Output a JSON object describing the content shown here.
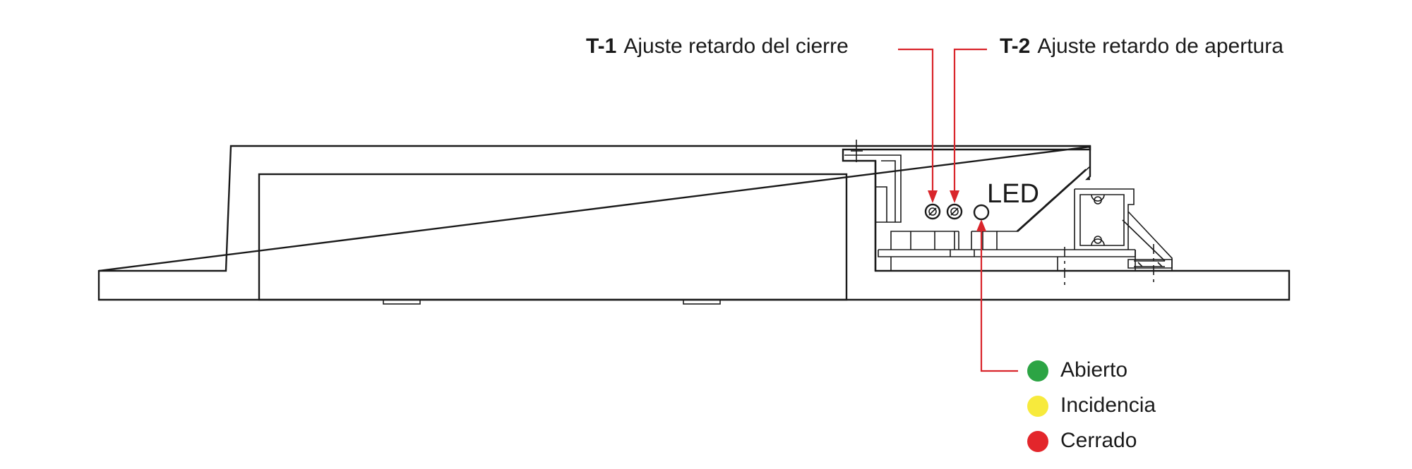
{
  "callouts": {
    "t1": {
      "code": "T-1",
      "label": "Ajuste retardo del cierre"
    },
    "t2": {
      "code": "T-2",
      "label": "Ajuste retardo de apertura"
    }
  },
  "led": {
    "label": "LED"
  },
  "legend": [
    {
      "label": "Abierto",
      "color": "#2ca444"
    },
    {
      "label": "Incidencia",
      "color": "#f7ea3c"
    },
    {
      "label": "Cerrado",
      "color": "#e3262b"
    }
  ],
  "colors": {
    "leader": "#d9252b",
    "line": "#1a1a1a"
  }
}
